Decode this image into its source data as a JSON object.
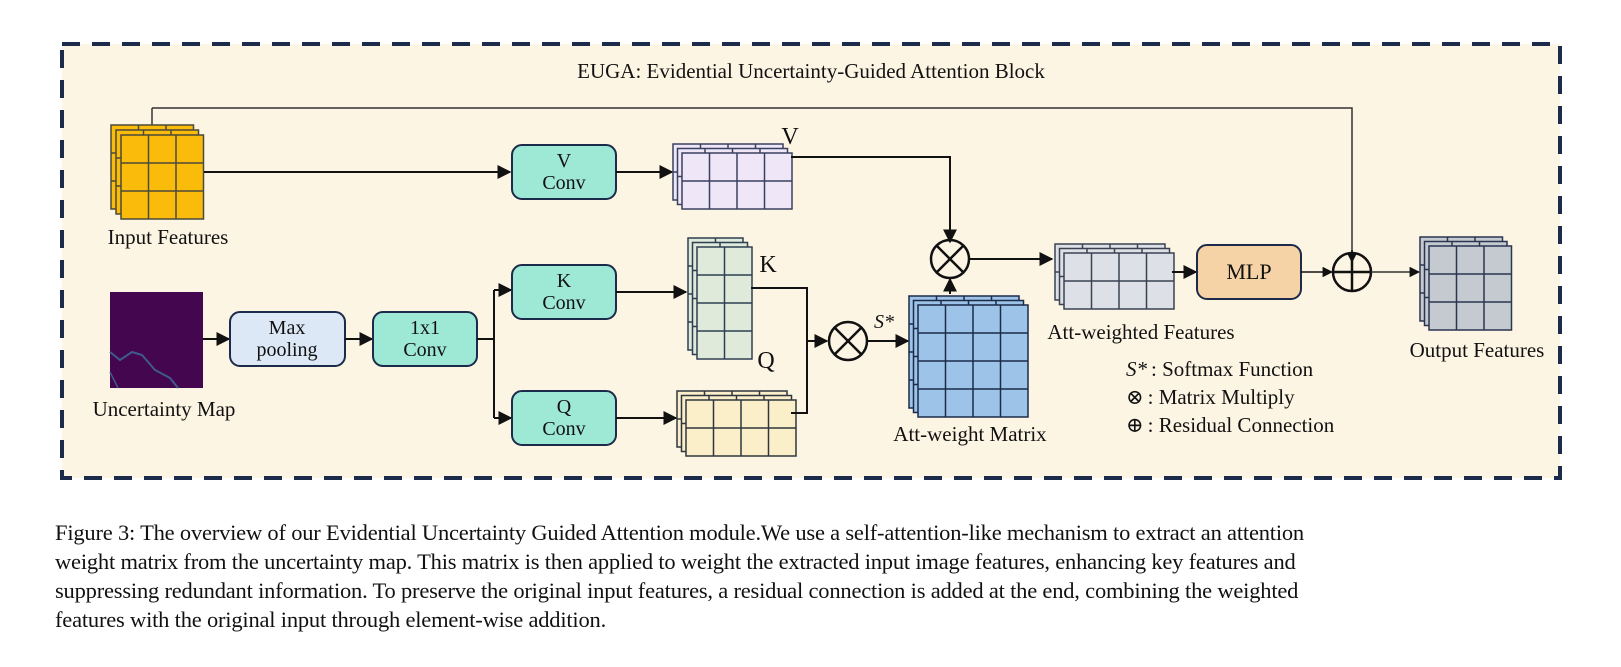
{
  "figure": {
    "block_title": "EUGA: Evidential Uncertainty-Guided Attention Block",
    "colors": {
      "panel_bg": "#fdf5e4",
      "border": "#1c2b4a",
      "conv_fill": "#9ee8d6",
      "maxpool_fill": "#dce8f5",
      "mlp_fill": "#f6d3a6",
      "input_feat": "#fbbb0a",
      "v_feat": "#efe6f8",
      "k_feat": "#dfeadb",
      "q_feat": "#fbefc9",
      "att_matrix": "#9dc3e8",
      "att_weighted": "#dde0e6",
      "output_feat": "#c5c9d0",
      "uncertainty_map": "#44064f",
      "uncertainty_line": "#3f5a8c"
    },
    "nodes": {
      "input_features": "Input Features",
      "uncertainty_map": "Uncertainty Map",
      "max_pooling": [
        "Max",
        "pooling"
      ],
      "conv1x1": [
        "1x1",
        "Conv"
      ],
      "v_conv": [
        "V",
        "Conv"
      ],
      "k_conv": [
        "K",
        "Conv"
      ],
      "q_conv": [
        "Q",
        "Conv"
      ],
      "v_label": "V",
      "k_label": "K",
      "q_label": "Q",
      "softmax_label": "S*",
      "att_weight_matrix": "Att-weight Matrix",
      "att_weighted_features": "Att-weighted Features",
      "mlp": "MLP",
      "output_features": "Output Features"
    },
    "legend": [
      {
        "symbol": "S*",
        "text": ": Softmax Function"
      },
      {
        "symbol": "⊗",
        "text": ": Matrix Multiply"
      },
      {
        "symbol": "⊕",
        "text": ": Residual Connection"
      }
    ]
  },
  "caption": {
    "lines": [
      "Figure 3: The overview of our Evidential Uncertainty Guided Attention module.We use a self-attention-like mechanism to extract an attention",
      "weight matrix from the uncertainty map. This matrix is then applied to weight the extracted input image features, enhancing key features and",
      "suppressing redundant information. To preserve the original input features, a residual connection is added at the end, combining the weighted",
      "features with the original input through element-wise addition."
    ]
  }
}
